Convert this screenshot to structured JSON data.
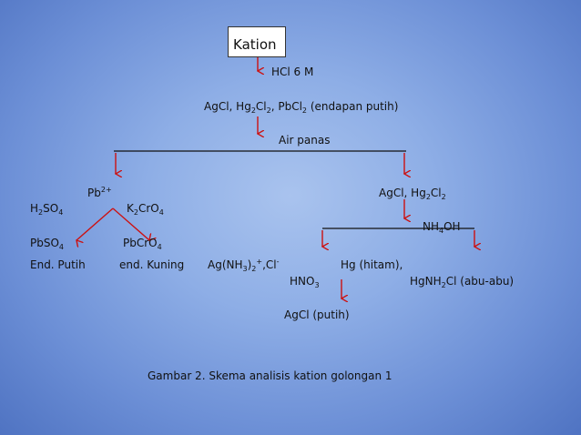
{
  "diagram": {
    "cation": "Kation",
    "reagent_hcl": "HCl 6 M",
    "precipitate_label": "(endapan putih)",
    "air_panas": "Air panas",
    "pb_ion": "Pb",
    "pb_charge": "2+",
    "k_cr_o": "CrO",
    "hg_cl_word": "Cl",
    "nh4oh_sub": "4",
    "pbso4": "PbSO",
    "end_putih": "End. Putih",
    "pbcro4": "PbCrO",
    "end_kuning": "end. Kuning",
    "agnh3": "Ag(NH",
    "hg_hitam": "Hg (hitam),",
    "hno3": "HNO",
    "hgnh2cl_tail": "Cl (abu-abu)",
    "agcl_putih": "AgCl (putih)",
    "caption": "Gambar  2.  Skema analisis kation golongan 1"
  },
  "colors": {
    "arrow": "#cc1111",
    "line": "#111111",
    "box_fill": "#ffffff"
  }
}
